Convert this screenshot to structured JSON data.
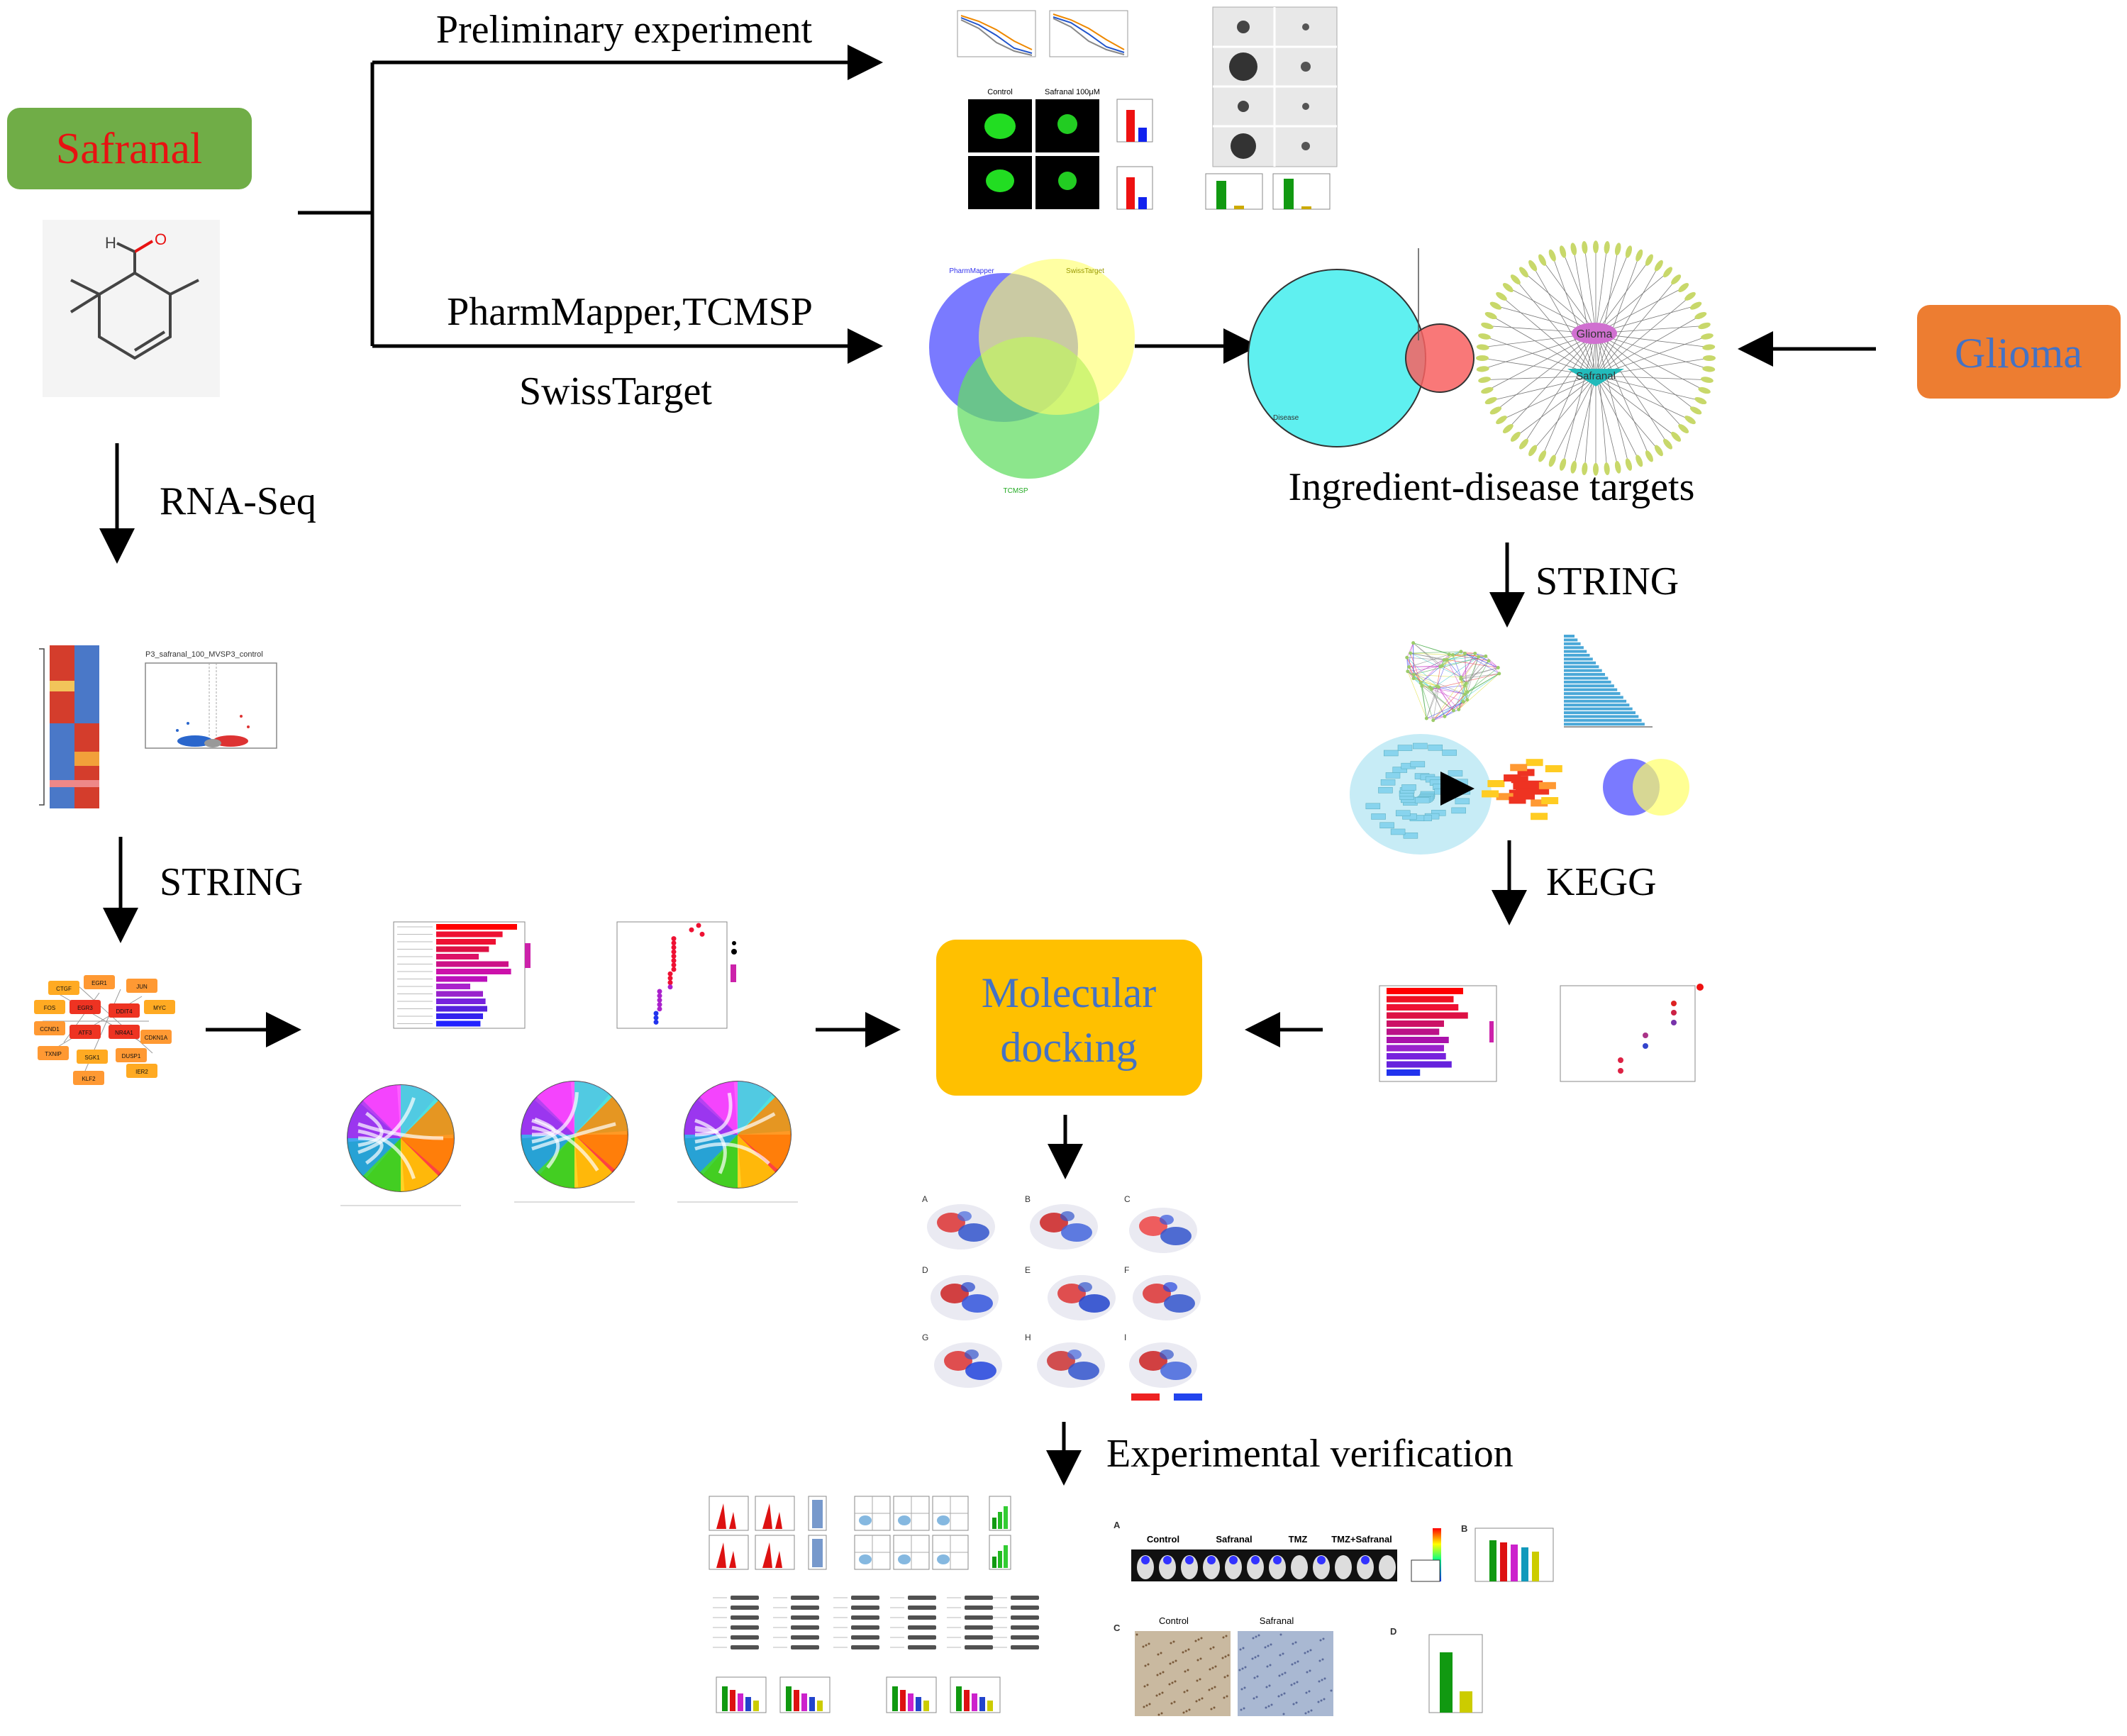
{
  "nodes": {
    "safranal_box": {
      "label": "Safranal",
      "fill": "#70ad47",
      "text_color": "#e81212"
    },
    "glioma_box": {
      "label": "Glioma",
      "fill": "#ed7d31",
      "text_color": "#4472c4"
    },
    "docking_box": {
      "label_line1": "Molecular",
      "label_line2": "docking",
      "fill": "#ffc000",
      "text_color": "#4472c4"
    }
  },
  "steps": {
    "preliminary": "Preliminary experiment",
    "pharmmapper": "PharmMapper,TCMSP",
    "swisstarget": "SwissTarget",
    "rnaseq": "RNA-Seq",
    "string_left": "STRING",
    "ingredient": "Ingredient-disease targets",
    "string_right": "STRING",
    "kegg": "KEGG",
    "experimental": "Experimental verification"
  },
  "thumbnails": {
    "molecule_atom": "O",
    "molecule_h": "H",
    "venn": {
      "a": "PharmMapper",
      "b": "SwissTarget",
      "c": "TCMSP"
    },
    "target_venn": {
      "disease": "Disease"
    },
    "network": {
      "center1": "Glioma",
      "center2": "Safranal"
    },
    "volcano_title": "P3_safranal_100_MVSP3_control",
    "ppi_nodes": [
      "CTGF",
      "EGR1",
      "JUN",
      "FOS",
      "EGR3",
      "DDIT4",
      "MYC",
      "CCND1",
      "ATF3",
      "NR4A1",
      "CDKN1A",
      "TXNIP",
      "SGK1",
      "DUSP1",
      "KLF2",
      "IER2"
    ],
    "prelim": {
      "control": "Control",
      "treat": "Safranal 100μM"
    },
    "invivo": {
      "c1": "Control",
      "c2": "Safranal",
      "c3": "TMZ",
      "c4": "TMZ+Safranal"
    },
    "ihc": {
      "c1": "Control",
      "c2": "Safranal"
    },
    "panel_letters": [
      "A",
      "B",
      "C",
      "D",
      "E",
      "F",
      "G",
      "H",
      "I"
    ]
  },
  "colors": {
    "arrow": "#000000",
    "venn_blue": "#6b6bff",
    "venn_yellow": "#ffff66",
    "venn_green": "#66dd66",
    "disease_cyan": "#5ff0f0",
    "ingredient_red": "#f86060",
    "net_node": "#c8d86a",
    "ppi_orange": "#ff9933",
    "ppi_red": "#ee3322",
    "ppi_light": "#99ddee",
    "bar_cyan": "#4aa8d8",
    "heat_red": "#d43d2c",
    "heat_blue": "#4a78c8"
  }
}
